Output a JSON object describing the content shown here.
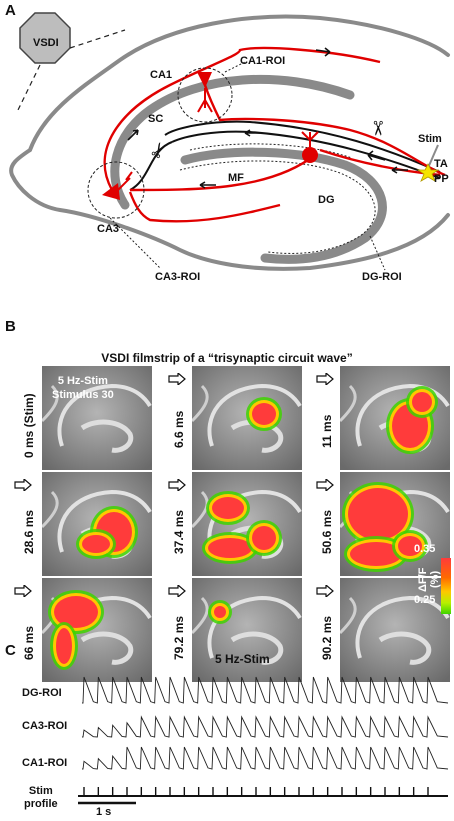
{
  "panel_a": {
    "letter": "A",
    "labels": {
      "vsdi": "VSDI",
      "ca1": "CA1",
      "ca1_roi": "CA1-ROI",
      "sc": "SC",
      "ca3": "CA3",
      "ca3_roi": "CA3-ROI",
      "mf": "MF",
      "dg": "DG",
      "dg_roi": "DG-ROI",
      "stim": "Stim",
      "ta": "TA",
      "pp": "PP"
    },
    "colors": {
      "pathway": "#e00000",
      "tissue": "#8a8a8a",
      "fiber": "#111111",
      "stim": "#f5e400"
    }
  },
  "panel_b": {
    "letter": "B",
    "title": "VSDI filmstrip of a “trisynaptic circuit wave”",
    "frame_inset_text": [
      "5 Hz-Stim",
      "Stimulus 30"
    ],
    "frames": [
      {
        "time": "0 ms (Stim)"
      },
      {
        "time": "6.6 ms"
      },
      {
        "time": "11 ms"
      },
      {
        "time": "28.6 ms"
      },
      {
        "time": "37.4 ms"
      },
      {
        "time": "50.6 ms"
      },
      {
        "time": "66 ms"
      },
      {
        "time": "79.2 ms"
      },
      {
        "time": "90.2 ms"
      }
    ],
    "colorbar": {
      "max": "0.35",
      "min": "0.25",
      "unit": "ΔF/F",
      "percent": "(%)",
      "gradient": [
        "#ff3b3b",
        "#ff6a00",
        "#ffc800",
        "#b8f000",
        "#3fd400"
      ]
    }
  },
  "panel_c": {
    "letter": "C",
    "title": "5 Hz-Stim",
    "traces": [
      "DG-ROI",
      "CA3-ROI",
      "CA1-ROI"
    ],
    "stim_label": [
      "Stim",
      "profile"
    ],
    "scalebar": "1 s"
  }
}
